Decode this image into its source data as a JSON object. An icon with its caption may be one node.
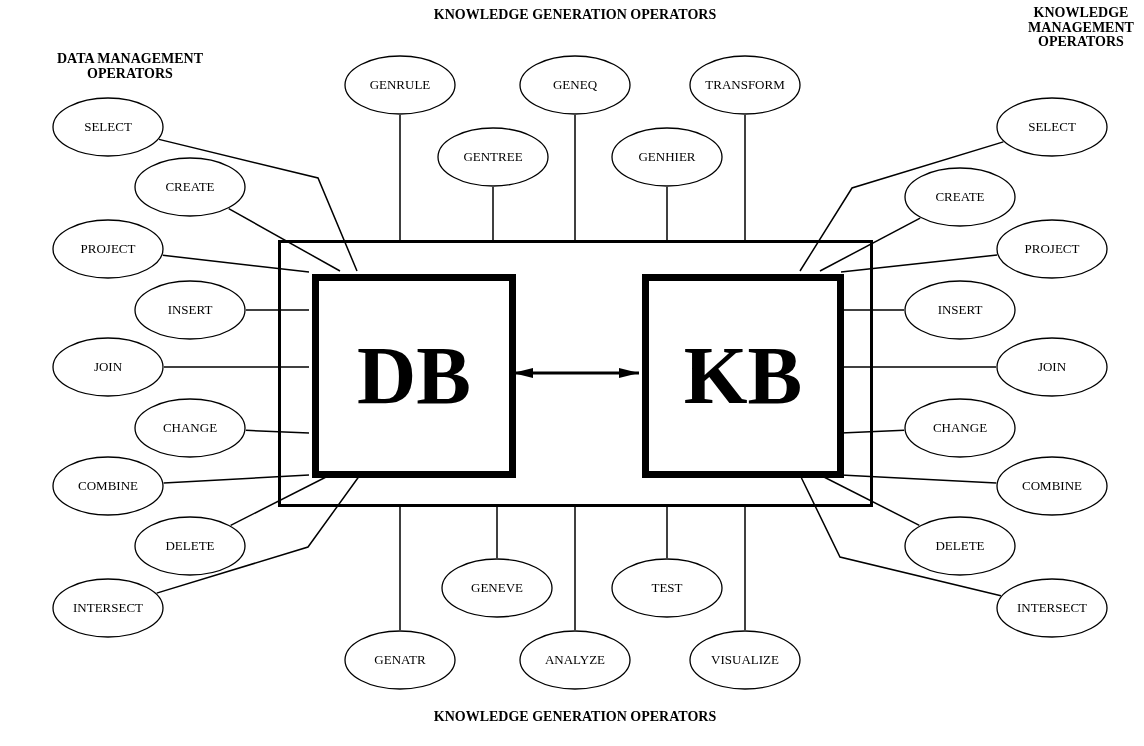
{
  "diagram": {
    "nodes": [
      {
        "text": [],
        "shape": "box"
      },
      {
        "text": [
          "DB"
        ],
        "in": 0
      },
      {
        "text": [
          "KB"
        ],
        "in": 0
      },
      {
        "text": [
          "SELECT"
        ]
      },
      {
        "text": [
          "CREATE"
        ]
      },
      {
        "text": [
          "PROJECT"
        ]
      },
      {
        "text": [
          "INSERT"
        ]
      },
      {
        "text": [
          "JOIN"
        ]
      },
      {
        "text": [
          "CHANGE"
        ]
      },
      {
        "text": [
          "COMBINE"
        ]
      },
      {
        "text": [
          "DELETE"
        ]
      },
      {
        "text": [
          "INTERSECT"
        ]
      },
      {
        "text": [
          "GENRULE"
        ]
      },
      {
        "text": [
          "GENEQ"
        ]
      },
      {
        "text": [
          "TRANSFORM"
        ]
      },
      {
        "text": [
          "GENTREE"
        ]
      },
      {
        "text": [
          "GENHIER"
        ]
      },
      {
        "text": [
          "SELECT"
        ]
      },
      {
        "text": [
          "CREATE"
        ]
      },
      {
        "text": [
          "PROJECT"
        ]
      },
      {
        "text": [
          "INSERT"
        ]
      },
      {
        "text": [
          "JOIN"
        ]
      },
      {
        "text": [
          "CHANGE"
        ]
      },
      {
        "text": [
          "COMBINE"
        ]
      },
      {
        "text": [
          "DELETE"
        ]
      },
      {
        "text": [
          "INTERSECT"
        ]
      },
      {
        "text": [
          "GENEVE"
        ]
      },
      {
        "text": [
          "TEST"
        ]
      },
      {
        "text": [
          "GENATR"
        ]
      },
      {
        "text": [
          "ANALYZE"
        ]
      },
      {
        "text": [
          "VISUALIZE"
        ]
      }
    ],
    "edges": [
      {
        "from": 1,
        "to": 2,
        "arrow": "both"
      },
      {
        "from": 3,
        "to": 1,
        "arrow": "none"
      },
      {
        "from": 4,
        "to": 1,
        "arrow": "none"
      },
      {
        "from": 5,
        "to": 1,
        "arrow": "none"
      },
      {
        "from": 6,
        "to": 1,
        "arrow": "none"
      },
      {
        "from": 7,
        "to": 1,
        "arrow": "none"
      },
      {
        "from": 8,
        "to": 1,
        "arrow": "none"
      },
      {
        "from": 9,
        "to": 1,
        "arrow": "none"
      },
      {
        "from": 10,
        "to": 1,
        "arrow": "none"
      },
      {
        "from": 11,
        "to": 1,
        "arrow": "none"
      },
      {
        "from": 12,
        "to": 0,
        "arrow": "none"
      },
      {
        "from": 13,
        "to": 0,
        "arrow": "none"
      },
      {
        "from": 14,
        "to": 0,
        "arrow": "none"
      },
      {
        "from": 15,
        "to": 0,
        "arrow": "none"
      },
      {
        "from": 16,
        "to": 0,
        "arrow": "none"
      },
      {
        "from": 17,
        "to": 2,
        "arrow": "none"
      },
      {
        "from": 18,
        "to": 2,
        "arrow": "none"
      },
      {
        "from": 19,
        "to": 2,
        "arrow": "none"
      },
      {
        "from": 20,
        "to": 2,
        "arrow": "none"
      },
      {
        "from": 21,
        "to": 2,
        "arrow": "none"
      },
      {
        "from": 22,
        "to": 2,
        "arrow": "none"
      },
      {
        "from": 23,
        "to": 2,
        "arrow": "none"
      },
      {
        "from": 24,
        "to": 2,
        "arrow": "none"
      },
      {
        "from": 25,
        "to": 2,
        "arrow": "none"
      },
      {
        "from": 26,
        "to": 0,
        "arrow": "none"
      },
      {
        "from": 27,
        "to": 0,
        "arrow": "none"
      },
      {
        "from": 28,
        "to": 0,
        "arrow": "none"
      },
      {
        "from": 29,
        "to": 0,
        "arrow": "none"
      },
      {
        "from": 30,
        "to": 0,
        "arrow": "none"
      }
    ],
    "labels": [
      "KNOWLEDGE GENERATION OPERATORS",
      "DATA MANAGEMENT OPERATORS",
      "KNOWLEDGE MANAGEMENT OPERATORS",
      "KNOWLEDGE GENERATION OPERATORS"
    ]
  }
}
